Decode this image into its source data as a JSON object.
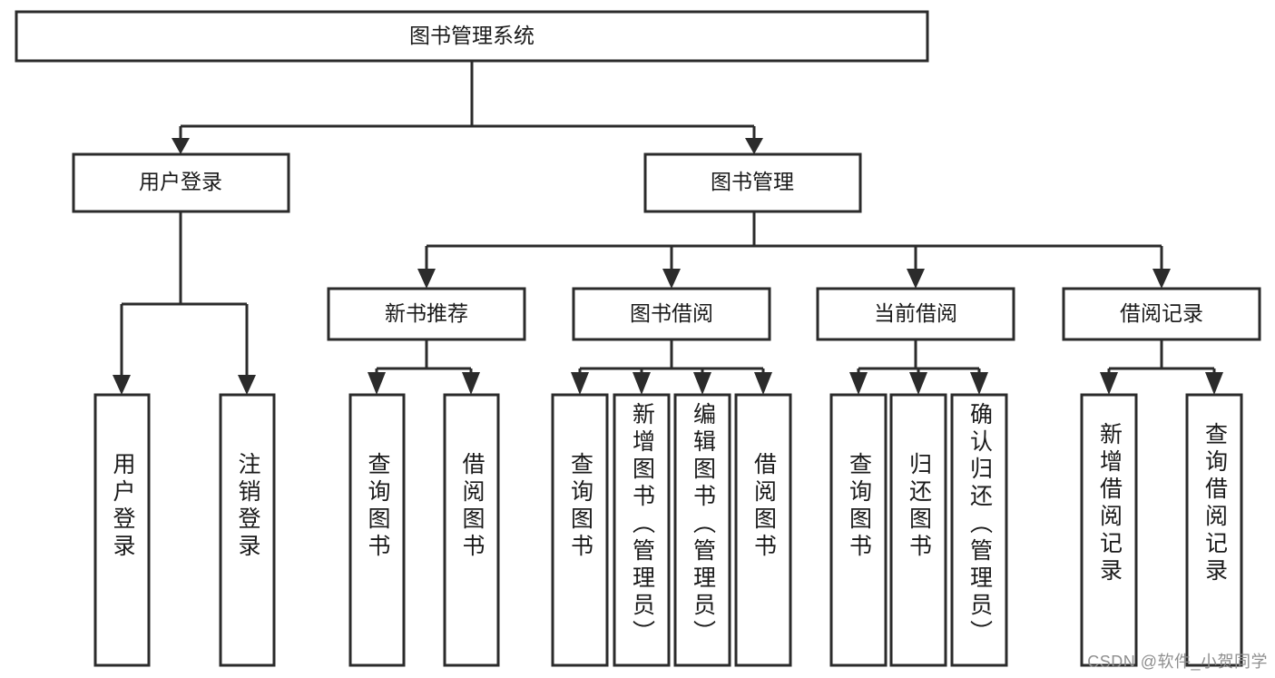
{
  "diagram": {
    "title": "图书管理系统",
    "type": "tree-hierarchy",
    "watermark": "CSDN @软件_小贺同学",
    "colors": {
      "background": "#ffffff",
      "stroke": "#2b2b2b",
      "text": "#1a1a1a",
      "watermark": "#8f8f8f"
    },
    "root": {
      "label": "图书管理系统"
    },
    "level2": [
      {
        "label": "用户登录"
      },
      {
        "label": "图书管理"
      }
    ],
    "level3": [
      {
        "label": "新书推荐"
      },
      {
        "label": "图书借阅"
      },
      {
        "label": "当前借阅"
      },
      {
        "label": "借阅记录"
      }
    ],
    "leaves": {
      "user_login": [
        {
          "label": "用户登录"
        },
        {
          "label": "注销登录"
        }
      ],
      "new_book_recommend": [
        {
          "label": "查询图书"
        },
        {
          "label": "借阅图书"
        }
      ],
      "book_borrow": [
        {
          "label": "查询图书"
        },
        {
          "label": "新增图书（管理员）"
        },
        {
          "label": "编辑图书（管理员）"
        },
        {
          "label": "借阅图书"
        }
      ],
      "current_borrow": [
        {
          "label": "查询图书"
        },
        {
          "label": "归还图书"
        },
        {
          "label": "确认归还（管理员）"
        }
      ],
      "borrow_record": [
        {
          "label": "新增借阅记录"
        },
        {
          "label": "查询借阅记录"
        }
      ]
    }
  }
}
